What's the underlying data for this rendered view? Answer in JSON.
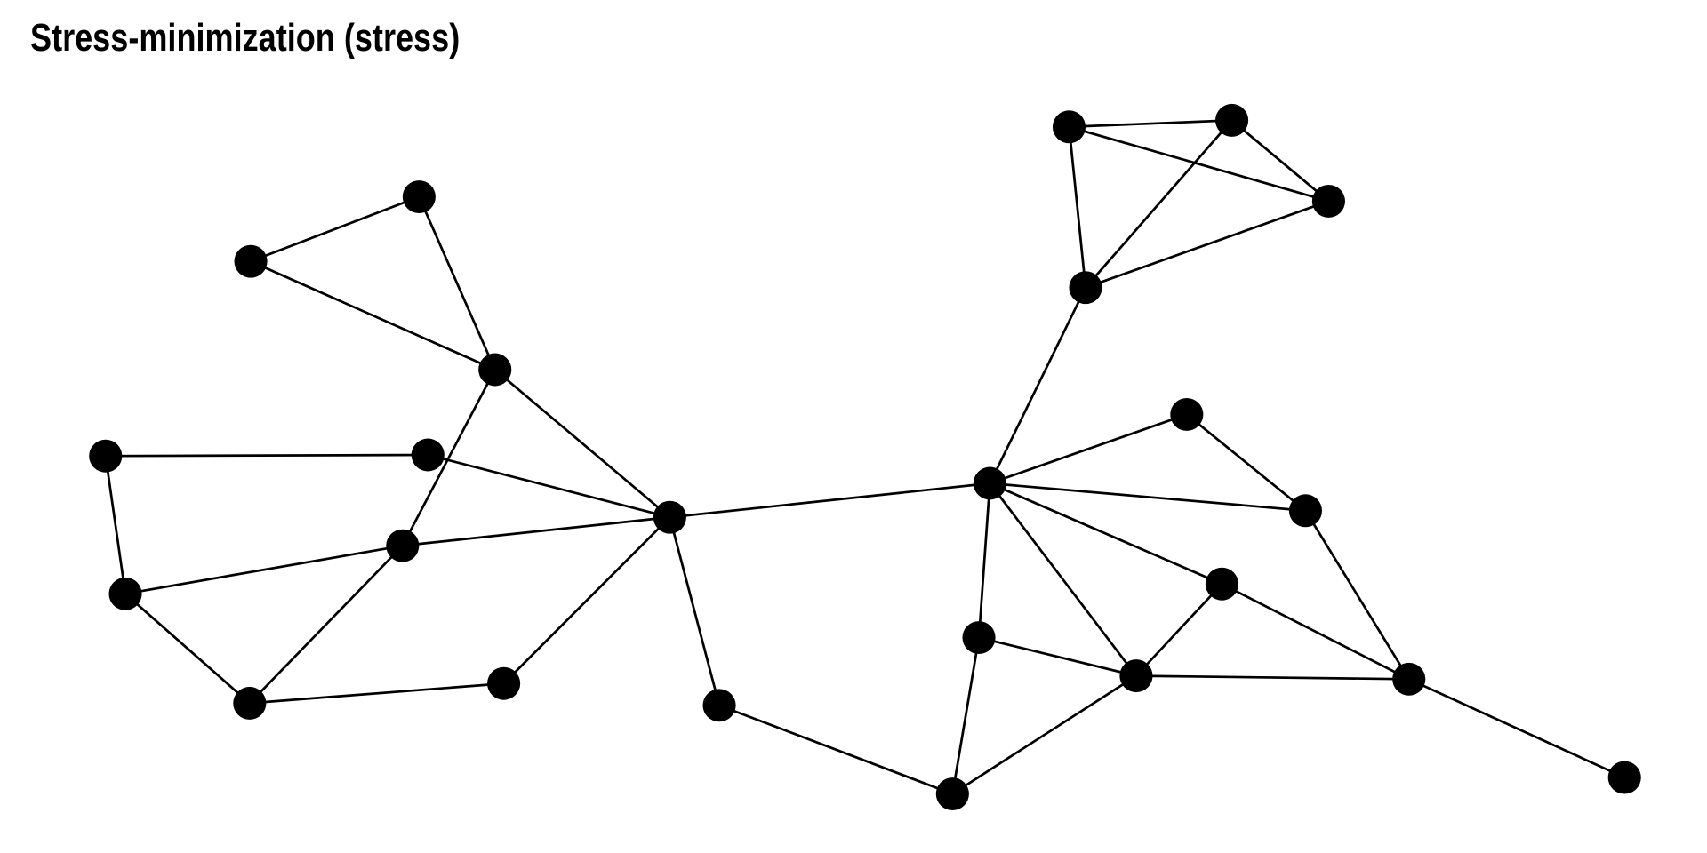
{
  "title": "Stress-minimization (stress)",
  "graph": {
    "node_count": 24,
    "edges": [
      [
        0,
        1
      ],
      [
        1,
        2
      ],
      [
        0,
        2
      ],
      [
        2,
        5
      ],
      [
        2,
        6
      ],
      [
        3,
        4
      ],
      [
        4,
        5
      ],
      [
        3,
        7
      ],
      [
        7,
        6
      ],
      [
        6,
        5
      ],
      [
        7,
        8
      ],
      [
        8,
        6
      ],
      [
        8,
        9
      ],
      [
        9,
        5
      ],
      [
        5,
        10
      ],
      [
        10,
        11
      ],
      [
        5,
        12
      ],
      [
        12,
        13
      ],
      [
        13,
        14
      ],
      [
        13,
        15
      ],
      [
        13,
        16
      ],
      [
        14,
        15
      ],
      [
        14,
        16
      ],
      [
        15,
        16
      ],
      [
        12,
        17
      ],
      [
        17,
        18
      ],
      [
        12,
        18
      ],
      [
        18,
        22
      ],
      [
        12,
        19
      ],
      [
        12,
        21
      ],
      [
        12,
        20
      ],
      [
        19,
        21
      ],
      [
        19,
        22
      ],
      [
        20,
        21
      ],
      [
        20,
        11
      ],
      [
        11,
        21
      ],
      [
        21,
        22
      ],
      [
        22,
        23
      ]
    ],
    "node_color": "#000000",
    "edge_color": "#000000"
  }
}
